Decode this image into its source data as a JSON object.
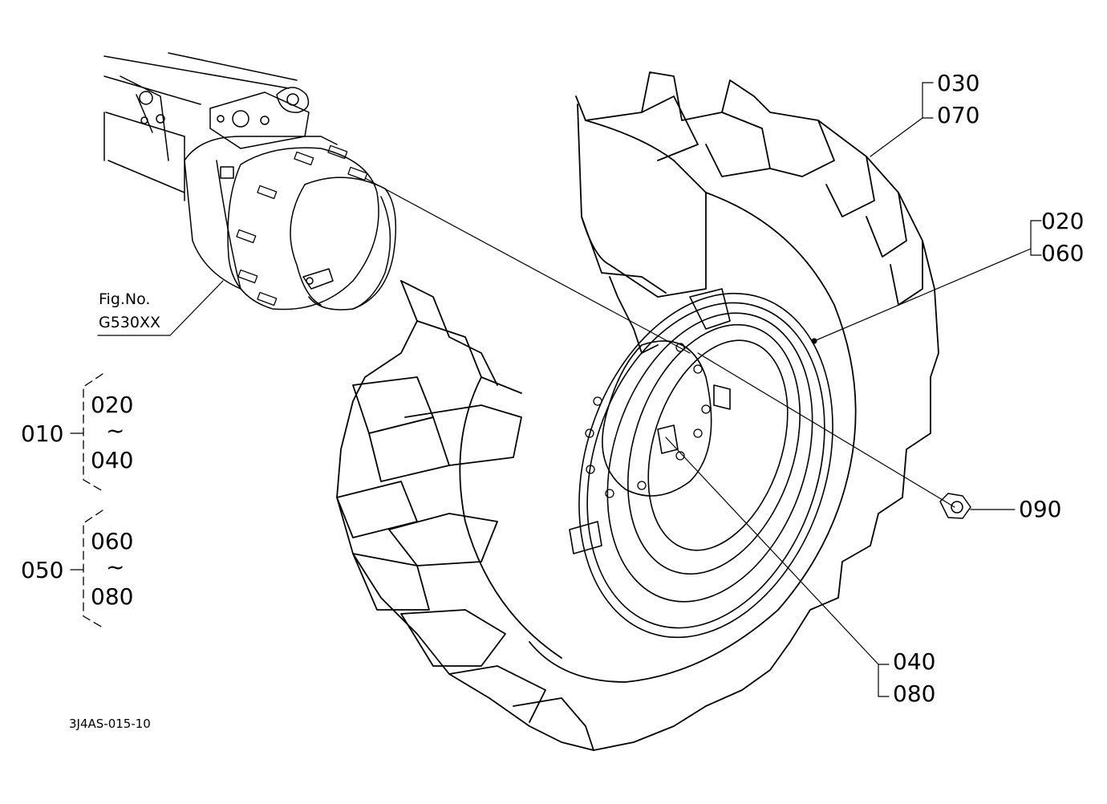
{
  "callouts": {
    "c030": "030",
    "c070": "070",
    "c020": "020",
    "c060": "060",
    "c090": "090",
    "c040": "040",
    "c080": "080"
  },
  "figure_ref": {
    "line1": "Fig.No.",
    "line2": "G530XX"
  },
  "assemblies": [
    {
      "id": "010",
      "from": "020",
      "range_mark": "~",
      "to": "040"
    },
    {
      "id": "050",
      "from": "060",
      "range_mark": "~",
      "to": "080"
    }
  ],
  "diagram_code": "3J4AS-015-10",
  "colors": {
    "ink": "#000000",
    "paper": "#ffffff"
  }
}
